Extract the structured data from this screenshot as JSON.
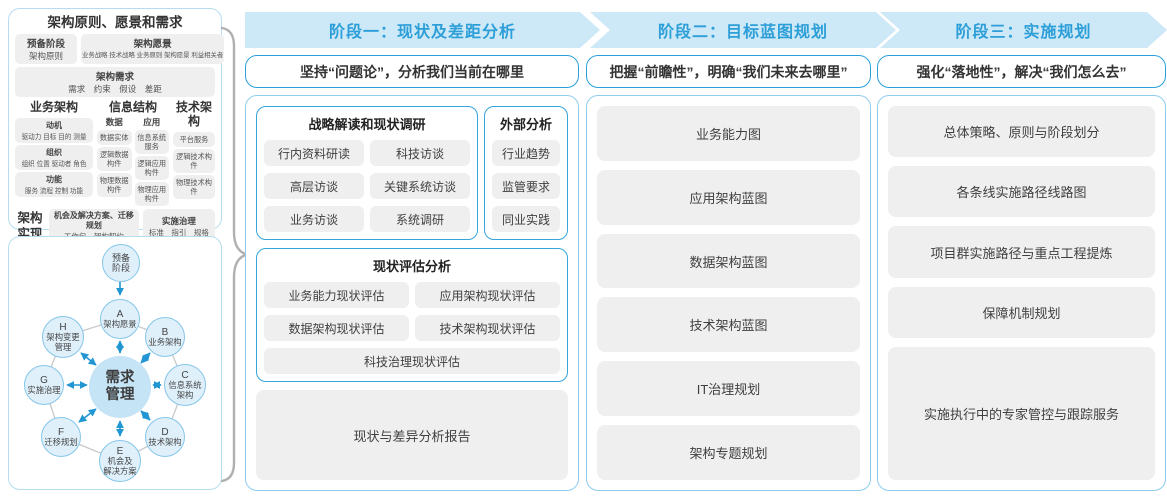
{
  "palette": {
    "band_bg": "#cde8f7",
    "band_text": "#2d9fd8",
    "accent_border": "#2aa0da",
    "body_border": "#8fccec",
    "group_border": "#35a5db",
    "chip_bg": "#efefef",
    "node_fill": "#dff0fb",
    "node_border": "#85c6e9",
    "center_fill": "#c5e4f6",
    "arrow_blue": "#2196d3",
    "ring_gray": "#c9c9c9",
    "brace_gray": "#b0b0b0"
  },
  "left_top": {
    "title": "架构原则、愿景和需求",
    "prep_title": "预备阶段",
    "prep_sub": "架构原则",
    "vision_title": "架构愿景",
    "vision_sub": "业务战略 技术战略 业务原则 架构愿景 利益相关者",
    "req_title": "架构需求",
    "req_sub": "需求　约束　假设　差距",
    "business_title": "业务架构",
    "business_items": [
      {
        "t": "动机",
        "s": "驱动力 目标 目的 测量"
      },
      {
        "t": "组织",
        "s": "组织 位置 驱动者 角色"
      },
      {
        "t": "功能",
        "s": "服务 流程 控制 功能"
      }
    ],
    "info_title": "信息结构",
    "data_title": "数据",
    "data_items": [
      "数据实体",
      "逻辑数据构件",
      "物理数据构件"
    ],
    "app_title": "应用",
    "app_items": [
      "信息系统服务",
      "逻辑应用构件",
      "物理应用构件"
    ],
    "tech_title": "技术架构",
    "tech_items": [
      "平台服务",
      "逻辑技术构件",
      "物理技术构件"
    ],
    "realize_title": "架构实现",
    "realize_items": [
      {
        "t": "机会及解决方案、迁移规划",
        "s": "工作包　架构契约"
      },
      {
        "t": "实施治理",
        "s": "标准　指引　规格"
      }
    ]
  },
  "cycle": {
    "prep_lines": [
      "预备",
      "阶段"
    ],
    "center_lines": [
      "需求",
      "管理"
    ],
    "nodes": [
      {
        "letter": "A",
        "lines": [
          "架构愿景"
        ]
      },
      {
        "letter": "B",
        "lines": [
          "业务架构"
        ]
      },
      {
        "letter": "C",
        "lines": [
          "信息系统",
          "架构"
        ]
      },
      {
        "letter": "D",
        "lines": [
          "技术架构"
        ]
      },
      {
        "letter": "E",
        "lines": [
          "机会及",
          "解决方案"
        ]
      },
      {
        "letter": "F",
        "lines": [
          "迁移规划"
        ]
      },
      {
        "letter": "G",
        "lines": [
          "实施治理"
        ]
      },
      {
        "letter": "H",
        "lines": [
          "架构变更",
          "管理"
        ]
      }
    ]
  },
  "phases": [
    {
      "header": "阶段一：现状及差距分析",
      "subtitle": "坚持“问题论”，分析我们当前在哪里"
    },
    {
      "header": "阶段二：目标蓝图规划",
      "subtitle": "把握“前瞻性”，明确“我们未来去哪里”"
    },
    {
      "header": "阶段三：实施规划",
      "subtitle": "强化“落地性”，解决“我们怎么去”"
    }
  ],
  "phase1": {
    "research_title": "战略解读和现状调研",
    "research_items": [
      "行内资料研读",
      "科技访谈",
      "高层访谈",
      "关键系统访谈",
      "业务访谈",
      "系统调研"
    ],
    "external_title": "外部分析",
    "external_items": [
      "行业趋势",
      "监管要求",
      "同业实践"
    ],
    "assess_title": "现状评估分析",
    "assess_items": [
      "业务能力现状评估",
      "应用架构现状评估",
      "数据架构现状评估",
      "技术架构现状评估",
      "科技治理现状评估"
    ],
    "report": "现状与差异分析报告"
  },
  "phase2_items": [
    "业务能力图",
    "应用架构蓝图",
    "数据架构蓝图",
    "技术架构蓝图",
    "IT治理规划",
    "架构专题规划"
  ],
  "phase3_items": [
    "总体策略、原则与阶段划分",
    "各条线实施路径线路图",
    "项目群实施路径与重点工程提炼",
    "保障机制规划",
    "实施执行中的专家管控与跟踪服务"
  ]
}
